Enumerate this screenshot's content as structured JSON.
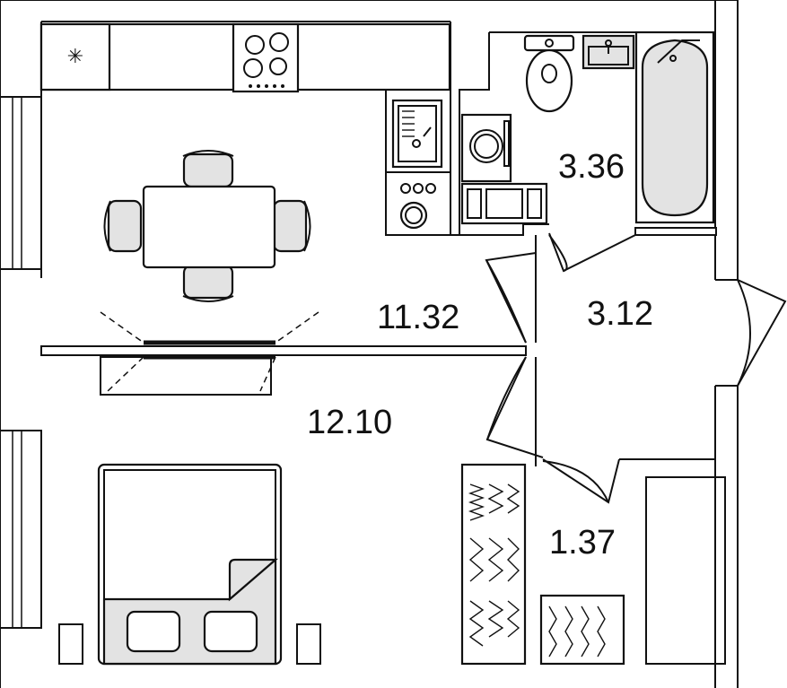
{
  "rooms": {
    "kitchen_area": "11.32",
    "bathroom_area": "3.36",
    "hallway_area": "3.12",
    "bedroom_area": "12.10",
    "closet_area": "1.37"
  },
  "symbols": {
    "snowflake": "✳"
  }
}
